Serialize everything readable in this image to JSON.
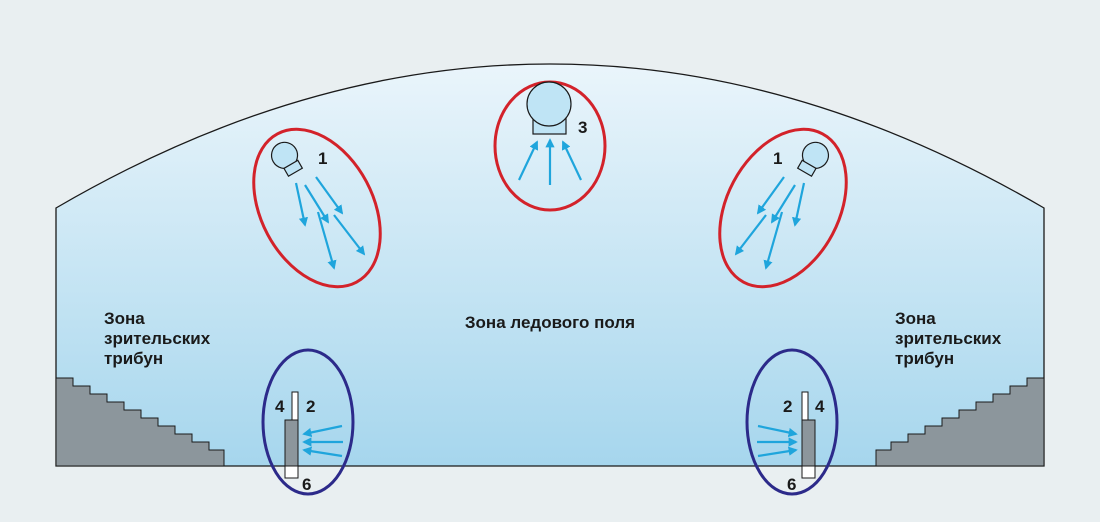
{
  "colors": {
    "background": "#e9eff1",
    "arena_fill_top": "#e8f4fa",
    "arena_fill_bottom": "#a9d8ee",
    "outline": "#1a1a1a",
    "stands": "#8c969c",
    "red_ring": "#d3222a",
    "blue_ring": "#2c2a8a",
    "arrow": "#1fa5dc",
    "lamp_fill": "#bfe4f5"
  },
  "zones": {
    "ice_field": "Зона ледового поля",
    "stands_left": [
      "Зона",
      "зрительских",
      "трибун"
    ],
    "stands_right": [
      "Зона",
      "зрительских",
      "трибун"
    ]
  },
  "markers": {
    "left_ceiling": "1",
    "right_ceiling": "1",
    "center_ceiling": "3",
    "left_board_a": "4",
    "left_board_b": "2",
    "left_board_bottom": "6",
    "right_board_a": "2",
    "right_board_b": "4",
    "right_board_bottom": "6"
  },
  "icons": {
    "ceiling_lamp": "lamp-icon",
    "board_sensor": "board-panel-icon",
    "arrows": "arrow-icon"
  }
}
